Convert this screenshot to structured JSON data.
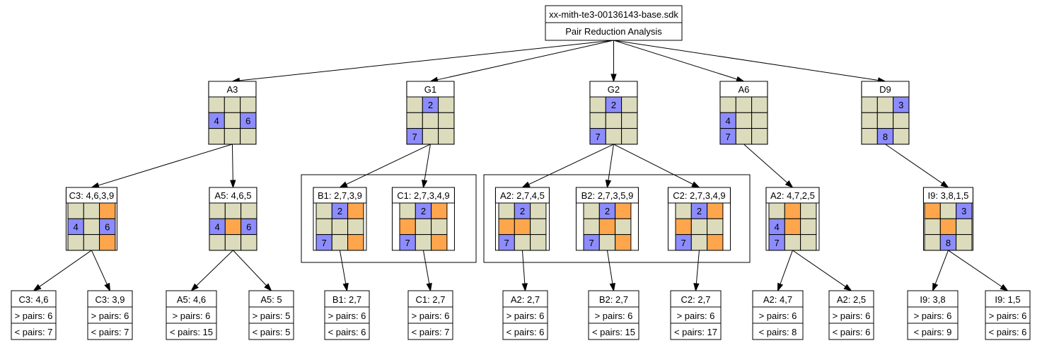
{
  "colors": {
    "cell_empty": "#dcdcbc",
    "cell_given": "#8c8cff",
    "cell_candidate": "#ffa64d",
    "line": "#000000"
  },
  "root": {
    "file": "xx-mith-te3-00136143-base.sdk",
    "subtitle": "Pair Reduction Analysis"
  },
  "nodes": [
    {
      "id": "A3",
      "title": "A3",
      "cells": [
        "e",
        "e",
        "e",
        "g:4",
        "e",
        "g:6",
        "e",
        "e",
        "e"
      ]
    },
    {
      "id": "G1",
      "title": "G1",
      "cells": [
        "e",
        "g:2",
        "e",
        "e",
        "e",
        "e",
        "g:7",
        "e",
        "e"
      ]
    },
    {
      "id": "G2",
      "title": "G2",
      "cells": [
        "e",
        "g:2",
        "e",
        "e",
        "e",
        "e",
        "g:7",
        "e",
        "e"
      ]
    },
    {
      "id": "A6",
      "title": "A6",
      "cells": [
        "e",
        "e",
        "e",
        "g:4",
        "e",
        "e",
        "g:7",
        "e",
        "e"
      ]
    },
    {
      "id": "D9",
      "title": "D9",
      "cells": [
        "e",
        "e",
        "g:3",
        "e",
        "e",
        "e",
        "e",
        "g:8",
        "e"
      ]
    },
    {
      "id": "C3",
      "title": "C3: 4,6,3,9",
      "cells": [
        "e",
        "e",
        "c",
        "g:4",
        "e",
        "g:6",
        "e",
        "e",
        "c"
      ]
    },
    {
      "id": "A5",
      "title": "A5: 4,6,5",
      "cells": [
        "e",
        "e",
        "e",
        "g:4",
        "c",
        "g:6",
        "e",
        "e",
        "e"
      ]
    },
    {
      "id": "B1",
      "title": "B1: 2,7,3,9",
      "cells": [
        "e",
        "g:2",
        "c",
        "e",
        "e",
        "e",
        "g:7",
        "e",
        "c"
      ]
    },
    {
      "id": "C1",
      "title": "C1: 2,7,3,4,9",
      "cells": [
        "e",
        "g:2",
        "c",
        "c",
        "e",
        "e",
        "g:7",
        "e",
        "c"
      ]
    },
    {
      "id": "A2",
      "title": "A2: 2,7,4,5",
      "cells": [
        "e",
        "g:2",
        "e",
        "c",
        "c",
        "e",
        "g:7",
        "e",
        "e"
      ]
    },
    {
      "id": "B2",
      "title": "B2: 2,7,3,5,9",
      "cells": [
        "e",
        "g:2",
        "c",
        "e",
        "c",
        "e",
        "g:7",
        "e",
        "c"
      ]
    },
    {
      "id": "C2",
      "title": "C2: 2,7,3,4,9",
      "cells": [
        "e",
        "g:2",
        "c",
        "c",
        "e",
        "e",
        "g:7",
        "e",
        "c"
      ]
    },
    {
      "id": "A2b",
      "title": "A2: 4,7,2,5",
      "cells": [
        "e",
        "c",
        "e",
        "g:4",
        "c",
        "e",
        "g:7",
        "e",
        "e"
      ]
    },
    {
      "id": "I9",
      "title": "I9: 3,8,1,5",
      "cells": [
        "c",
        "e",
        "g:3",
        "e",
        "c",
        "e",
        "e",
        "g:8",
        "e"
      ]
    }
  ],
  "leaves": [
    {
      "id": "L1",
      "title": "C3: 4,6",
      "gt": "> pairs: 6",
      "lt": "< pairs: 7"
    },
    {
      "id": "L2",
      "title": "C3: 3,9",
      "gt": "> pairs: 6",
      "lt": "< pairs: 7"
    },
    {
      "id": "L3",
      "title": "A5: 4,6",
      "gt": "> pairs: 6",
      "lt": "< pairs: 15"
    },
    {
      "id": "L4",
      "title": "A5: 5",
      "gt": "> pairs: 5",
      "lt": "< pairs: 5"
    },
    {
      "id": "L5",
      "title": "B1: 2,7",
      "gt": "> pairs: 6",
      "lt": "< pairs: 6"
    },
    {
      "id": "L6",
      "title": "C1: 2,7",
      "gt": "> pairs: 6",
      "lt": "< pairs: 7"
    },
    {
      "id": "L7",
      "title": "A2: 2,7",
      "gt": "> pairs: 6",
      "lt": "< pairs: 6"
    },
    {
      "id": "L8",
      "title": "B2: 2,7",
      "gt": "> pairs: 6",
      "lt": "< pairs: 15"
    },
    {
      "id": "L9",
      "title": "C2: 2,7",
      "gt": "> pairs: 6",
      "lt": "< pairs: 17"
    },
    {
      "id": "L10",
      "title": "A2: 4,7",
      "gt": "> pairs: 6",
      "lt": "< pairs: 8"
    },
    {
      "id": "L11",
      "title": "A2: 2,5",
      "gt": "> pairs: 6",
      "lt": "< pairs: 6"
    },
    {
      "id": "L12",
      "title": "I9: 3,8",
      "gt": "> pairs: 6",
      "lt": "< pairs: 9"
    },
    {
      "id": "L13",
      "title": "I9: 1,5",
      "gt": "> pairs: 6",
      "lt": "< pairs: 6"
    }
  ],
  "edges": [
    [
      "root",
      "A3"
    ],
    [
      "root",
      "G1"
    ],
    [
      "root",
      "G2"
    ],
    [
      "root",
      "A6"
    ],
    [
      "root",
      "D9"
    ],
    [
      "A3",
      "C3"
    ],
    [
      "A3",
      "A5"
    ],
    [
      "G1",
      "B1"
    ],
    [
      "G1",
      "C1"
    ],
    [
      "G2",
      "A2"
    ],
    [
      "G2",
      "B2"
    ],
    [
      "G2",
      "C2"
    ],
    [
      "A6",
      "A2b"
    ],
    [
      "D9",
      "I9"
    ],
    [
      "C3",
      "L1"
    ],
    [
      "C3",
      "L2"
    ],
    [
      "A5",
      "L3"
    ],
    [
      "A5",
      "L4"
    ],
    [
      "B1",
      "L5"
    ],
    [
      "C1",
      "L6"
    ],
    [
      "A2",
      "L7"
    ],
    [
      "B2",
      "L8"
    ],
    [
      "C2",
      "L9"
    ],
    [
      "A2b",
      "L10"
    ],
    [
      "A2b",
      "L11"
    ],
    [
      "I9",
      "L12"
    ],
    [
      "I9",
      "L13"
    ]
  ]
}
